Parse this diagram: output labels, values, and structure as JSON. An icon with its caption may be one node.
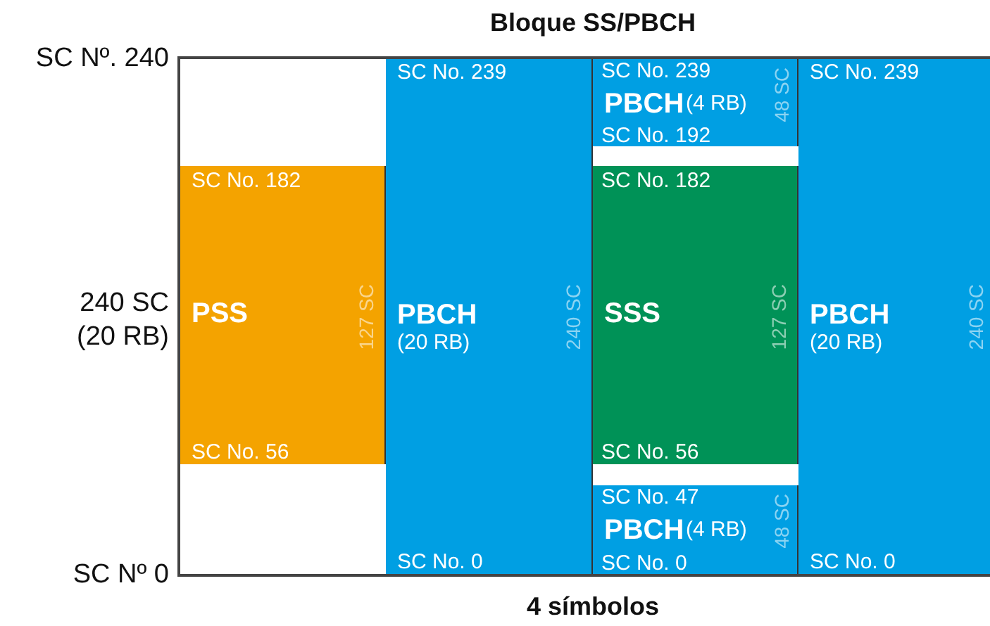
{
  "diagram": {
    "title": "Bloque SS/PBCH",
    "nodes": [
      {
        "text": [
          "SC No. 182",
          "PSS",
          "SC No. 56",
          "127 SC"
        ]
      },
      {
        "text": [
          "SC No. 239",
          "PBCH",
          "(20 RB)",
          "SC No. 0",
          "240 SC"
        ]
      },
      {
        "text": [
          "SC No. 239",
          "PBCH",
          "(4 RB)",
          "SC No. 192",
          "48 SC"
        ]
      },
      {
        "text": [
          "SC No. 182",
          "SSS",
          "SC No. 56",
          "127 SC"
        ]
      },
      {
        "text": [
          "SC No. 47",
          "PBCH",
          "(4 RB)",
          "SC No. 0",
          "48 SC"
        ]
      },
      {
        "text": [
          "SC No. 239",
          "PBCH",
          "(20 RB)",
          "SC No. 0",
          "240 SC"
        ]
      }
    ],
    "edges": [],
    "labels": [
      "SC Nº. 240",
      "240 SC (20 RB)",
      "SC Nº 0",
      "4 símbolos"
    ]
  }
}
